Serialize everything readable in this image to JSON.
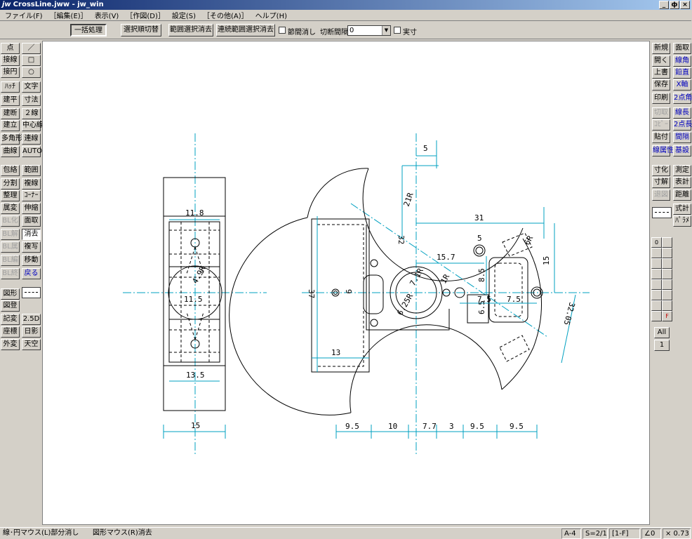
{
  "window": {
    "logo": "jw",
    "title": "CrossLine.jww - jw_win",
    "buttons": [
      "_",
      "ф",
      "×"
    ]
  },
  "menu": [
    "ファイル(F)",
    "［編集(E)］",
    "表示(V)",
    "［作図(D)］",
    "設定(S)",
    "［その他(A)］",
    "ヘルプ(H)"
  ],
  "toolbar": {
    "batch": "一括処理",
    "order_switch": "選択順切替",
    "range_erase": "範囲選択消去",
    "cont_range_erase": "連続範囲選択消去",
    "section_erase": "節間消し",
    "cut_interval_label": "切断間隔",
    "cut_interval_value": "0",
    "real_size": "実寸"
  },
  "left_tools": [
    [
      "点",
      "／"
    ],
    [
      "接線",
      "□"
    ],
    [
      "接円",
      "○"
    ],
    [
      "ﾊｯﾁ",
      "文字"
    ],
    [
      "建平",
      "寸法"
    ],
    [
      "建断",
      "２線"
    ],
    [
      "建立",
      "中心線"
    ],
    [
      "多角形",
      "連線"
    ],
    [
      "曲線",
      "AUTO"
    ],
    [
      "包絡",
      "範囲"
    ],
    [
      "分割",
      "複線"
    ],
    [
      "整理",
      "ｺｰﾅｰ"
    ],
    [
      "属変",
      "伸縮"
    ],
    [
      "BL化",
      "面取"
    ],
    [
      "BL解",
      "消去"
    ],
    [
      "BL属",
      "複写"
    ],
    [
      "BL編",
      "移動"
    ],
    [
      "BL終",
      "戻る"
    ],
    [
      "図形",
      ""
    ],
    [
      "図登",
      ""
    ],
    [
      "記変",
      "2.5D"
    ],
    [
      "座標",
      "日影"
    ],
    [
      "外変",
      "天空"
    ]
  ],
  "right_tools": [
    [
      "新規",
      "面取"
    ],
    [
      "開く",
      "線角"
    ],
    [
      "上書",
      "鉛直"
    ],
    [
      "保存",
      "X軸"
    ],
    [
      "印刷",
      "2点角"
    ],
    [
      "切取",
      "線長"
    ],
    [
      "ｺﾋﾟｰ",
      "2点長"
    ],
    [
      "貼付",
      "間隔"
    ],
    [
      "線属性",
      "基設"
    ],
    [
      "寸化",
      "測定"
    ],
    [
      "寸解",
      "表計"
    ],
    [
      "退図",
      "距離"
    ],
    [
      "",
      "式計"
    ],
    [
      "",
      "ﾊﾟﾗﾒ"
    ]
  ],
  "layers": {
    "first": "0",
    "group": "F",
    "all": "All",
    "current": "1"
  },
  "drawing": {
    "dims": {
      "d11_8": "11.8",
      "r4_9": "4.9R",
      "d11_5": "11.5",
      "d13_5": "13.5",
      "d15": "15",
      "d5_top": "5",
      "r21": "21R",
      "d32": "32",
      "d31": "31",
      "d5_mid": "5",
      "r6": "6R",
      "d15_7": "15.7",
      "d8_5": "8.5",
      "d15_right": "15",
      "r7_1": "7.1R",
      "r1": "1R",
      "d37": "37",
      "d9": "9",
      "r6_25": "6.25R",
      "d6_5": "6.5",
      "d7_5a": "7.5",
      "d7_5b": "7.5",
      "r32_05": "32.05",
      "d13": "13",
      "b9_5a": "9.5",
      "b10": "10",
      "b7_7": "7.7",
      "b3": "3",
      "b9_5b": "9.5",
      "b9_5c": "9.5"
    }
  },
  "status": {
    "hint1": "線･円マウス(L)部分消し",
    "hint2": "図形マウス(R)消去",
    "paper": "A-4",
    "scale": "S=2/1",
    "layer": "[1-F]",
    "angle": "∠0",
    "zoom": "× 0.73"
  }
}
